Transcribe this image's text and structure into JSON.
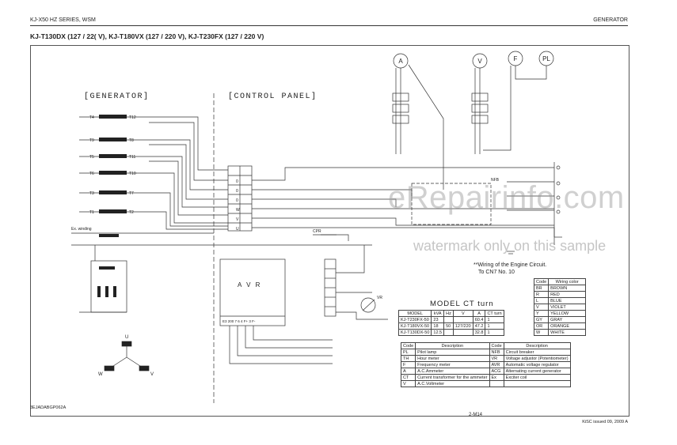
{
  "header": {
    "series": "KJ-X50 HZ SERIES, WSM",
    "section": "GENERATOR"
  },
  "title": "KJ-T130DX (127 / 22( V), KJ-T180VX (127 / 220 V), KJ-T230FX (127 / 220 V)",
  "sections": {
    "generator": "[GENERATOR]",
    "control_panel": "[CONTROL PANEL]"
  },
  "meters": [
    "A",
    "V",
    "F",
    "PL"
  ],
  "avr_label": "A V R",
  "avr_terminals": "E3 200 7 6 4 F+ 3 F-",
  "cpr_label": "CPR",
  "nfb_label": "NFB",
  "vr_label": "VR",
  "ex_winding_label": "Ex. winding",
  "panel_terminals": [
    "0",
    "0",
    "0",
    "W",
    "V",
    "U"
  ],
  "generator_leads": [
    "T4",
    "T12",
    "T9",
    "T8",
    "T5",
    "T11",
    "T6",
    "T10",
    "T3",
    "T7",
    "T1",
    "T2"
  ],
  "wye_labels": [
    "U",
    "V",
    "W"
  ],
  "note": {
    "line1": "**Wiring of the Engine Circuit.",
    "line2": "To CN7 No. 10"
  },
  "wiring_colors": {
    "headers": [
      "Code",
      "Wiring color"
    ],
    "rows": [
      [
        "BR",
        "BROWN"
      ],
      [
        "R",
        "RED"
      ],
      [
        "L",
        "BLUE"
      ],
      [
        "V",
        "VIOLET"
      ],
      [
        "Y",
        "YELLOW"
      ],
      [
        "GY",
        "GRAY"
      ],
      [
        "OR",
        "ORANGE"
      ],
      [
        "W",
        "WHITE"
      ]
    ]
  },
  "ct_table": {
    "title": "MODEL CT turn",
    "headers": [
      "MODEL",
      "kVA",
      "Hz",
      "V",
      "A",
      "CT turn"
    ],
    "rows": [
      [
        "KJ-T230FX-50",
        "23",
        "",
        "",
        "60.4",
        "1"
      ],
      [
        "KJ-T180VX-50",
        "18",
        "50",
        "127/220",
        "47.2",
        "1"
      ],
      [
        "KJ-T130DX-50",
        "12.5",
        "",
        "",
        "32.8",
        "1"
      ]
    ]
  },
  "description_table": {
    "headers": [
      "Code",
      "Description",
      "Code",
      "Description"
    ],
    "rows": [
      [
        "PL",
        "Pilot lamp",
        "NFB",
        "Circuit breaker"
      ],
      [
        "TH",
        "Hour meter",
        "VR",
        "Voltage adjustor (Potentiometer)"
      ],
      [
        "F",
        "Frequency meter",
        "AVR",
        "Automatic voltage regulator"
      ],
      [
        "A",
        "A.C.Ammeter",
        "ACG",
        "Alternating current generator"
      ],
      [
        "CT",
        "Current transformer for the ammeter",
        "Ex",
        "Exciter coil"
      ],
      [
        "V",
        "A.C.Voltmeter",
        "",
        ""
      ]
    ]
  },
  "watermark": {
    "big": "eRepairinfo.com",
    "small": "watermark only on this sample"
  },
  "footer": {
    "code": "3EJADABGP062A",
    "page": "2-M14",
    "issue": "KiSC issued 09, 2009 A"
  }
}
